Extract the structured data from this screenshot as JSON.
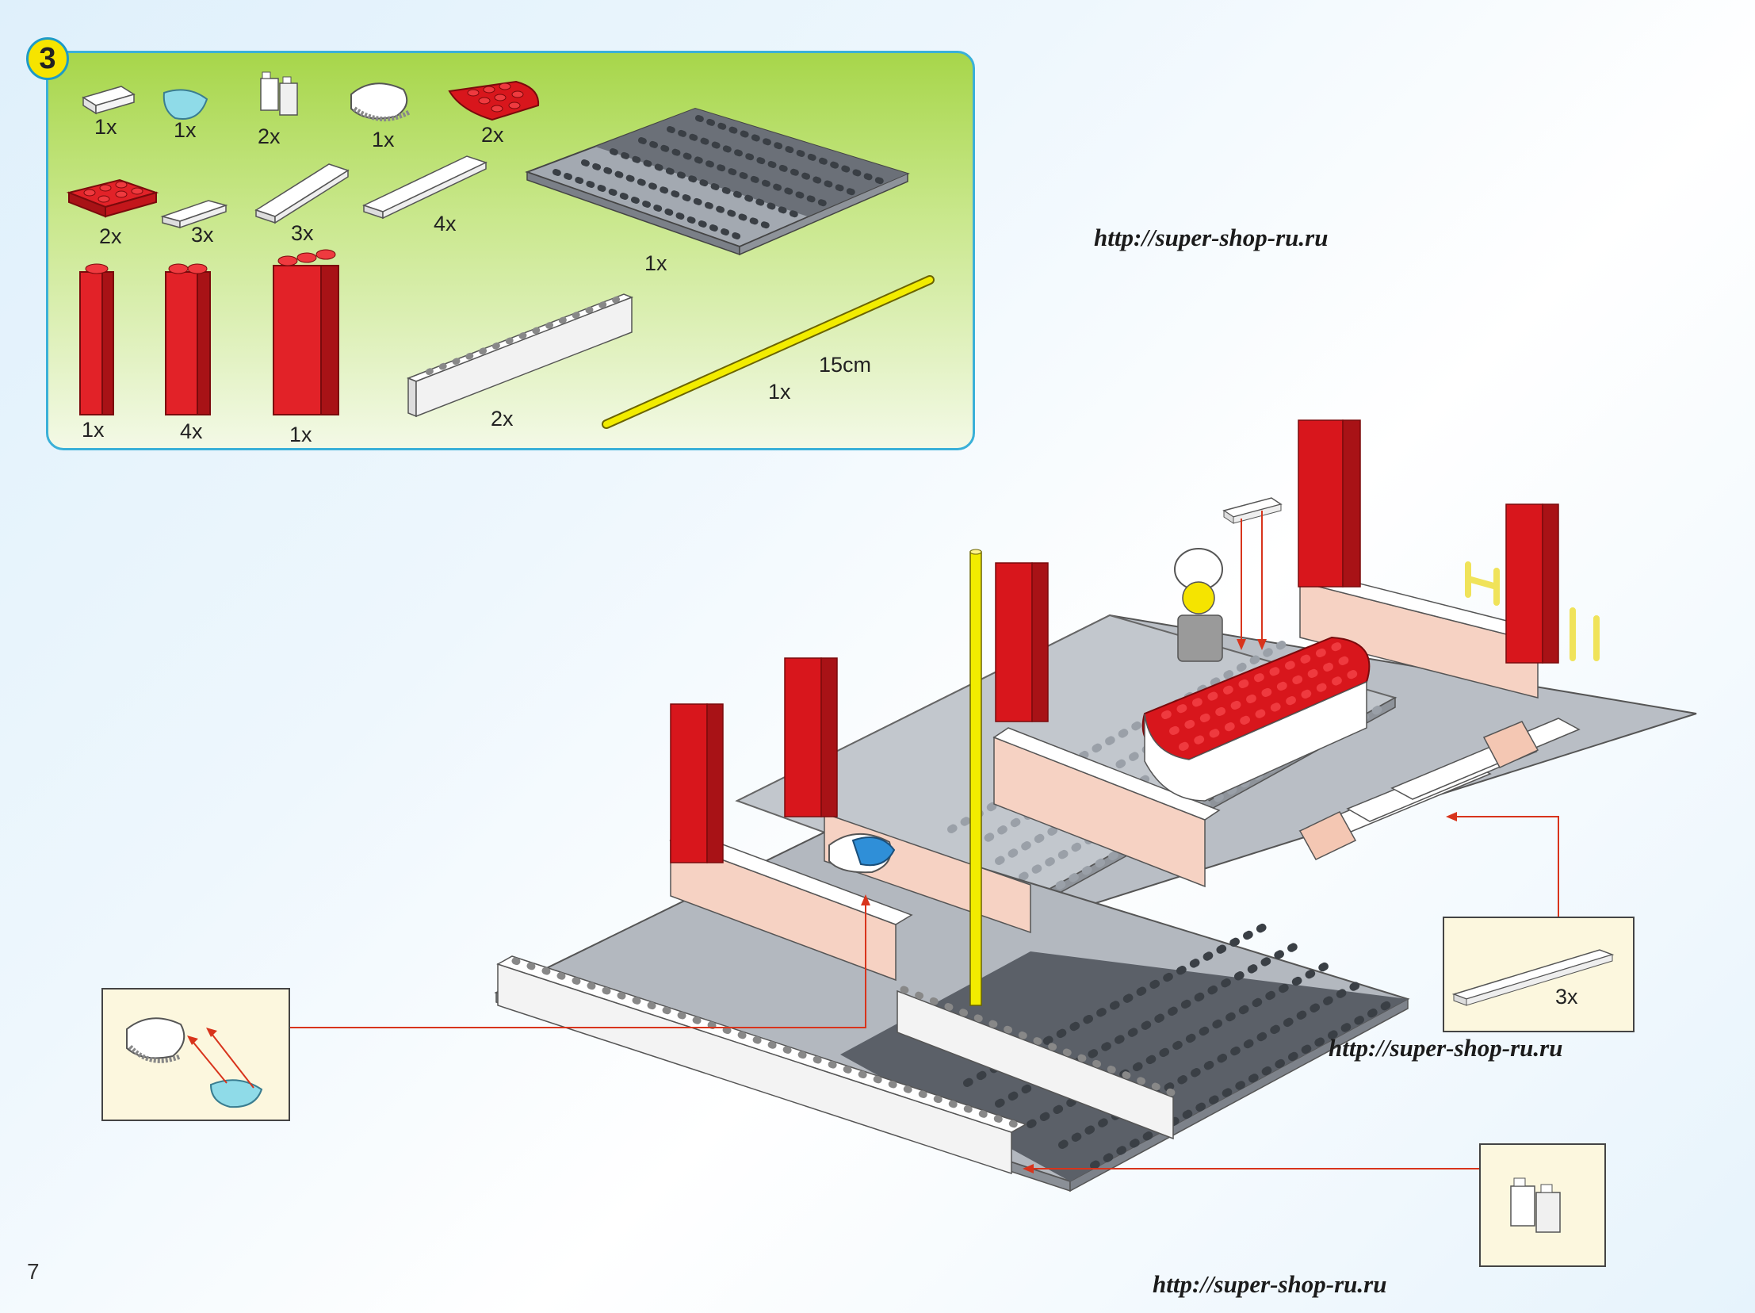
{
  "step": {
    "number": "3"
  },
  "parts": {
    "row1": [
      "1x",
      "1x",
      "2x",
      "1x",
      "2x"
    ],
    "row2": [
      "2x",
      "3x",
      "3x",
      "4x"
    ],
    "baseplate_qty": "1x",
    "row3": [
      "1x",
      "4x",
      "1x"
    ],
    "long_brick_qty": "2x",
    "rod_qty": "1x",
    "rod_length": "15cm"
  },
  "callouts": {
    "tile_qty": "3x"
  },
  "watermarks": {
    "url1": "http://super-shop-ru.ru",
    "url2": "http://super-shop-ru.ru",
    "url3": "http://super-shop-ru.ru"
  },
  "page": {
    "number": "7"
  },
  "colors": {
    "brick_red": "#d8161c",
    "rod_yellow": "#f2ec00",
    "plate_gray": "#a3a9b1",
    "dark_plate": "#5b6068",
    "panel_border": "#3ab0d8",
    "panel_green": "#a7d64a",
    "arrow_red": "#d8341c"
  },
  "icons": [
    "step-badge-icon",
    "flat-tile-icon",
    "visor-icon",
    "helmet-icon",
    "round-plate-icon",
    "red-plate-icon",
    "baseplate-icon",
    "tall-brick-icon",
    "yellow-rod-icon",
    "minifigure-icon"
  ]
}
